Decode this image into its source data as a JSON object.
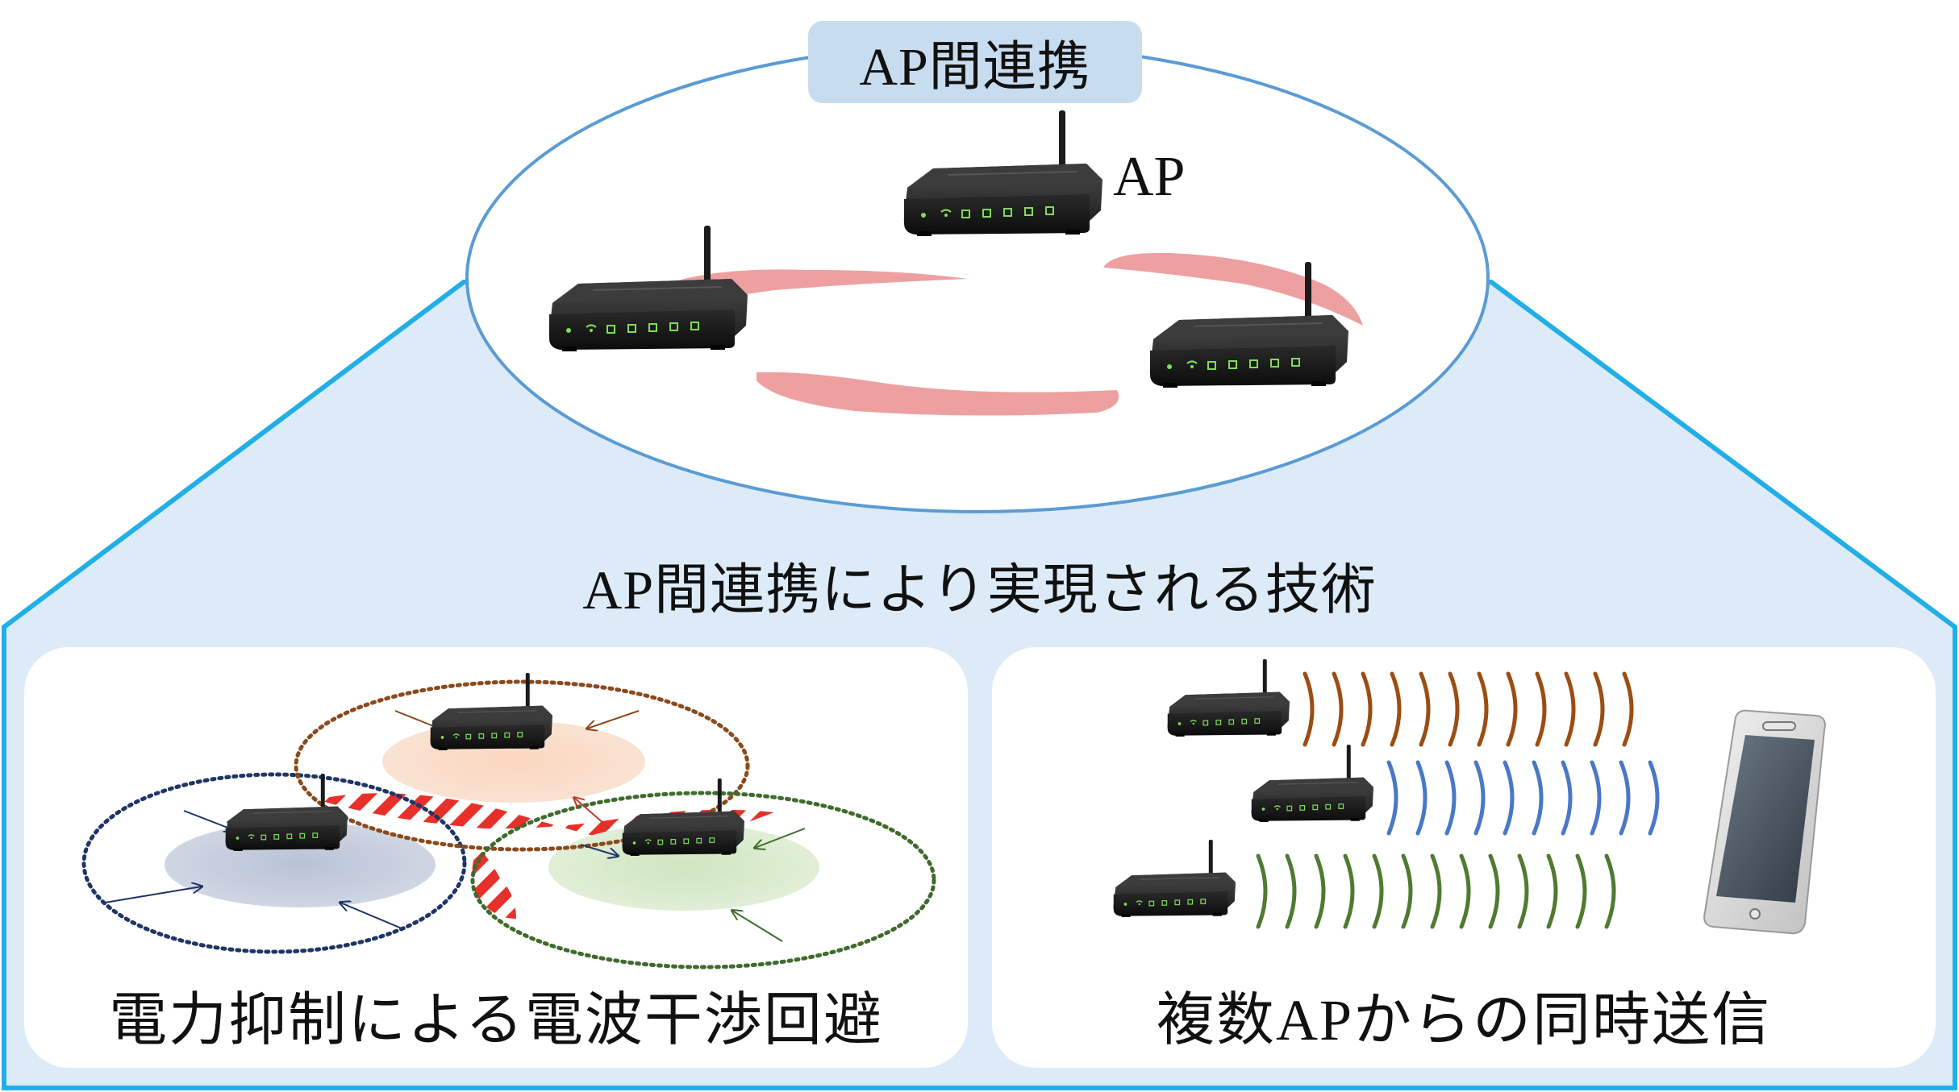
{
  "title": "AP間連携",
  "ap_label": "AP",
  "subtitle": "AP間連携により実現される技術",
  "panels": [
    {
      "caption": "電力抑制による電波干渉回避"
    },
    {
      "caption": "複数APからの同時送信"
    }
  ],
  "colors": {
    "panel_bg": "#dcebf7",
    "panel_border": "#22aee6",
    "ellipse_stroke": "#5b9bd5",
    "link_pink": "#eea0a0",
    "interference_red": "#e8302a",
    "wave_brown": "#9b4d12",
    "wave_blue": "#4a78c8",
    "wave_green": "#4f7a30",
    "zone_navy": "#1f3566",
    "zone_brown": "#8a4a1c",
    "zone_green": "#3f6b2c"
  },
  "icons": [
    "router-icon",
    "smartphone-icon"
  ]
}
